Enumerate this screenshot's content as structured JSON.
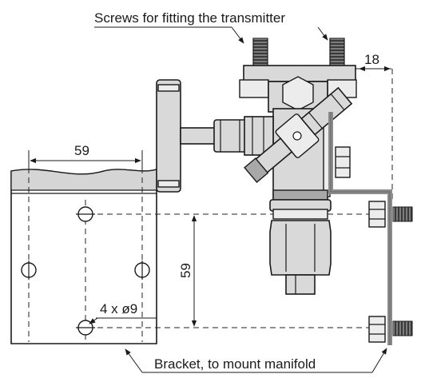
{
  "labels": {
    "screws": "Screws for fitting the transmitter",
    "bracket": "Bracket, to mount manifold",
    "dim_top": "18",
    "dim_width": "59",
    "dim_height": "59",
    "holes": "4 x ø9"
  },
  "colors": {
    "line": "#1a1a1a",
    "metal": "#d9d9d9",
    "metal_dark": "#a8a8a8",
    "bracket": "#8c8c8c"
  }
}
